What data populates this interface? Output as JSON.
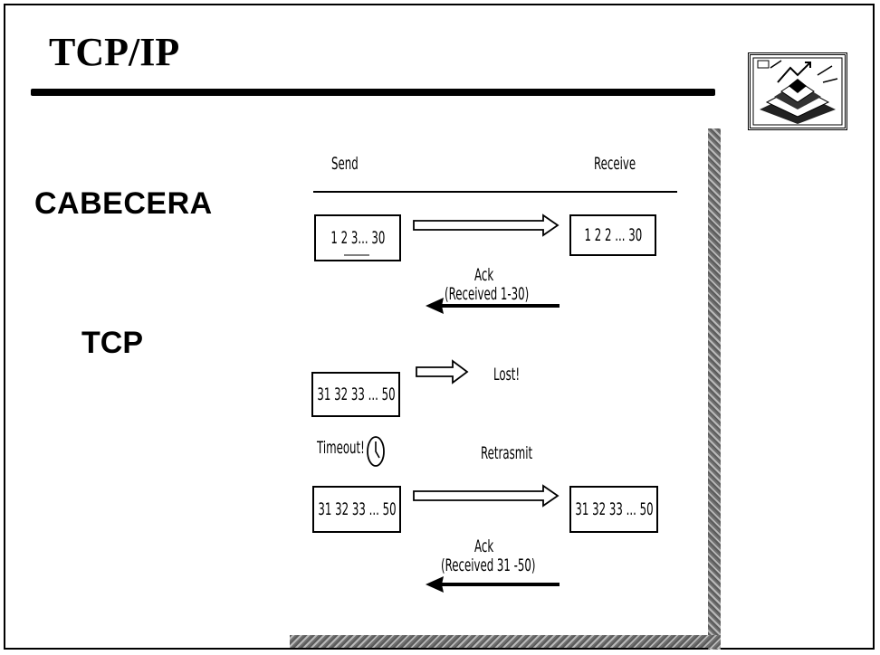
{
  "slide": {
    "title": "TCP/IP",
    "left_labels": {
      "header": "CABECERA",
      "protocol": "TCP"
    }
  },
  "diagram": {
    "columns": {
      "send": "Send",
      "receive": "Receive"
    },
    "exchange1": {
      "send_packet": "1 2 3... 30",
      "receive_packet": "1 2 2 ... 30",
      "ack_label": "Ack",
      "ack_detail": "(Received 1-30)"
    },
    "exchange2": {
      "send_packet": "31 32 33 ... 50",
      "lost_label": "Lost!"
    },
    "timeout_label": "Timeout!",
    "exchange3": {
      "retransmit_label": "Retrasmit",
      "send_packet": "31 32 33 ... 50",
      "receive_packet": "31 32 33 ... 50",
      "ack_label": "Ack",
      "ack_detail": "(Received 31 -50)"
    }
  }
}
